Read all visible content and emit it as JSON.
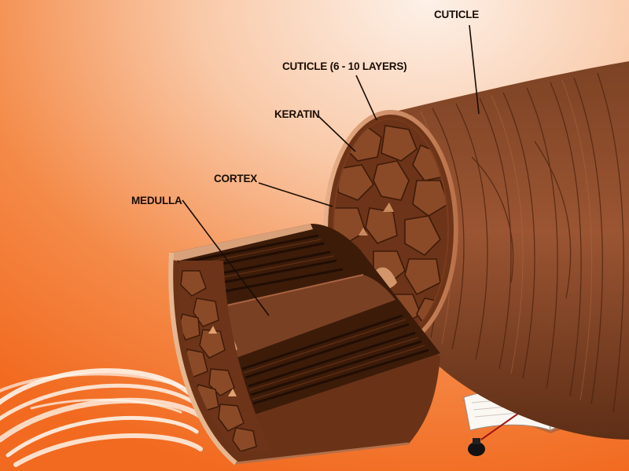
{
  "diagram": {
    "labels": {
      "cuticle_outer": "CUTICLE",
      "cuticle_layers": "CUTICLE (6 - 10 LAYERS)",
      "keratin": "KERATIN",
      "cortex": "CORTEX",
      "medulla": "MEDULLA"
    },
    "icons": [
      "hair-strand-icon",
      "open-book-icon",
      "quill-pen-icon",
      "ink-bottle-icon"
    ],
    "colors": {
      "background_top": "#fbe7d9",
      "background_bottom": "#f36f24",
      "hair_dark": "#5a2c14",
      "hair_mid": "#8a4a28",
      "hair_light": "#c8845a",
      "medulla_core": "#7a4024",
      "quill": "#c81e1e"
    }
  }
}
